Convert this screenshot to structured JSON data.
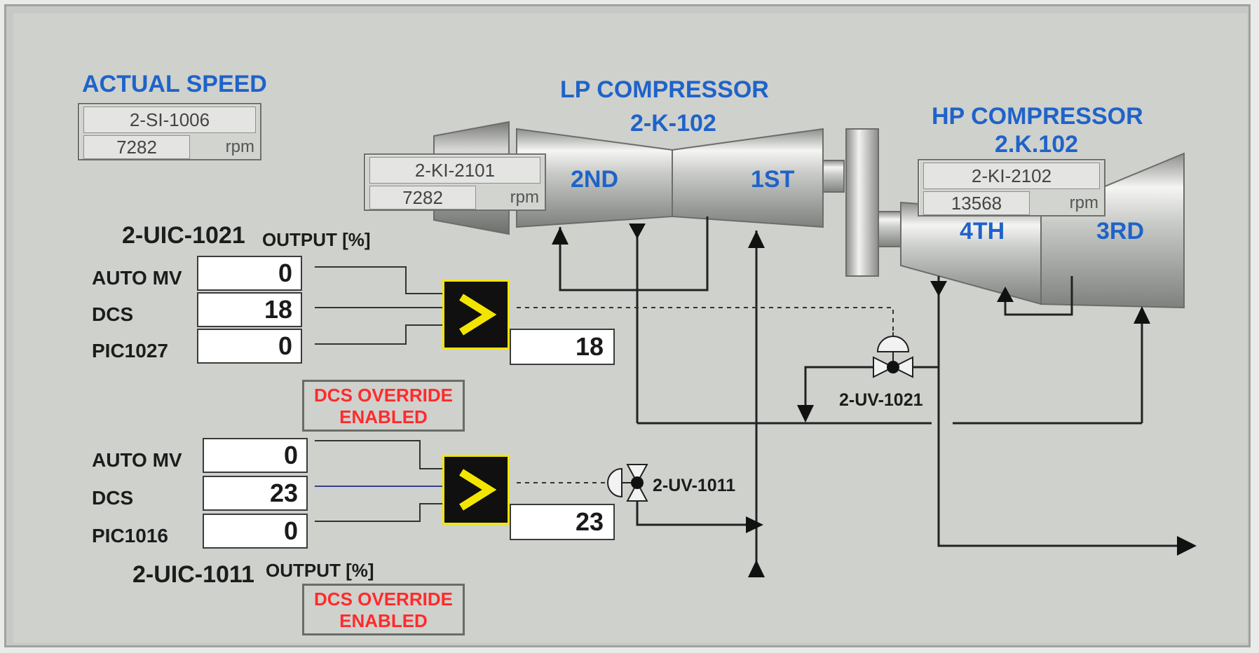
{
  "actual_speed": {
    "title": "ACTUAL SPEED",
    "tag": "2-SI-1006",
    "value": "7282",
    "unit": "rpm"
  },
  "lp_compressor": {
    "title": "LP COMPRESSOR",
    "tag": "2-K-102",
    "stage_left": "2ND",
    "stage_right": "1ST",
    "speed": {
      "tag": "2-KI-2101",
      "value": "7282",
      "unit": "rpm"
    }
  },
  "hp_compressor": {
    "title": "HP COMPRESSOR",
    "tag": "2.K.102",
    "stage_left": "4TH",
    "stage_right": "3RD",
    "speed": {
      "tag": "2-KI-2102",
      "value": "13568",
      "unit": "rpm"
    }
  },
  "controller_1021": {
    "name": "2-UIC-1021",
    "output_label": "OUTPUT [%]",
    "rows": [
      {
        "label": "AUTO MV",
        "value": "0"
      },
      {
        "label": "DCS",
        "value": "18"
      },
      {
        "label": "PIC1027",
        "value": "0"
      }
    ],
    "output": "18",
    "override": {
      "line1": "DCS OVERRIDE",
      "line2": "ENABLED"
    }
  },
  "controller_1011": {
    "name": "2-UIC-1011",
    "output_label": "OUTPUT [%]",
    "rows": [
      {
        "label": "AUTO MV",
        "value": "0"
      },
      {
        "label": "DCS",
        "value": "23"
      },
      {
        "label": "PIC1016",
        "value": "0"
      }
    ],
    "output": "23",
    "override": {
      "line1": "DCS OVERRIDE",
      "line2": "ENABLED"
    }
  },
  "valves": {
    "uv1021": "2-UV-1021",
    "uv1011": "2-UV-1011"
  },
  "colors": {
    "title_blue": "#1f63c9",
    "override_red": "#ff2b2b",
    "selector_yellow": "#f2e600",
    "selector_bg": "#101010"
  },
  "icons": {
    "selector": "greater-than-selector-icon",
    "valve": "control-valve-icon"
  }
}
